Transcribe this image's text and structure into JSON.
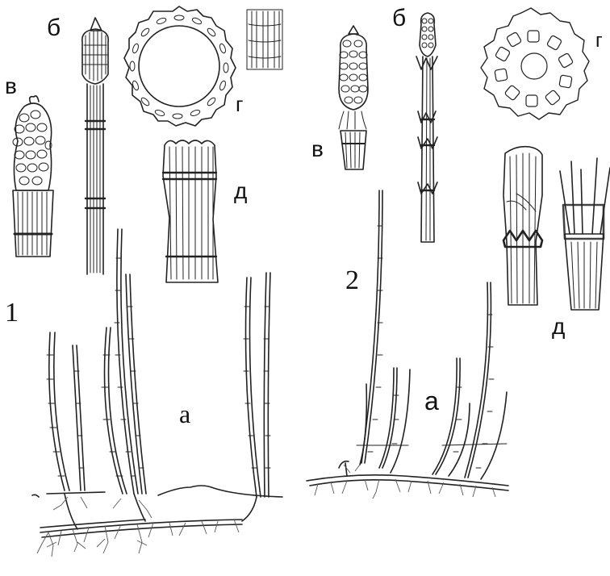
{
  "figure": {
    "panel_1": {
      "number": "1",
      "labels": {
        "a": "а",
        "b": "б",
        "v": "в",
        "g": "г",
        "d": "д"
      }
    },
    "panel_2": {
      "number": "2",
      "labels": {
        "a": "а",
        "b": "б",
        "v": "в",
        "g": "г",
        "d": "д"
      }
    }
  }
}
